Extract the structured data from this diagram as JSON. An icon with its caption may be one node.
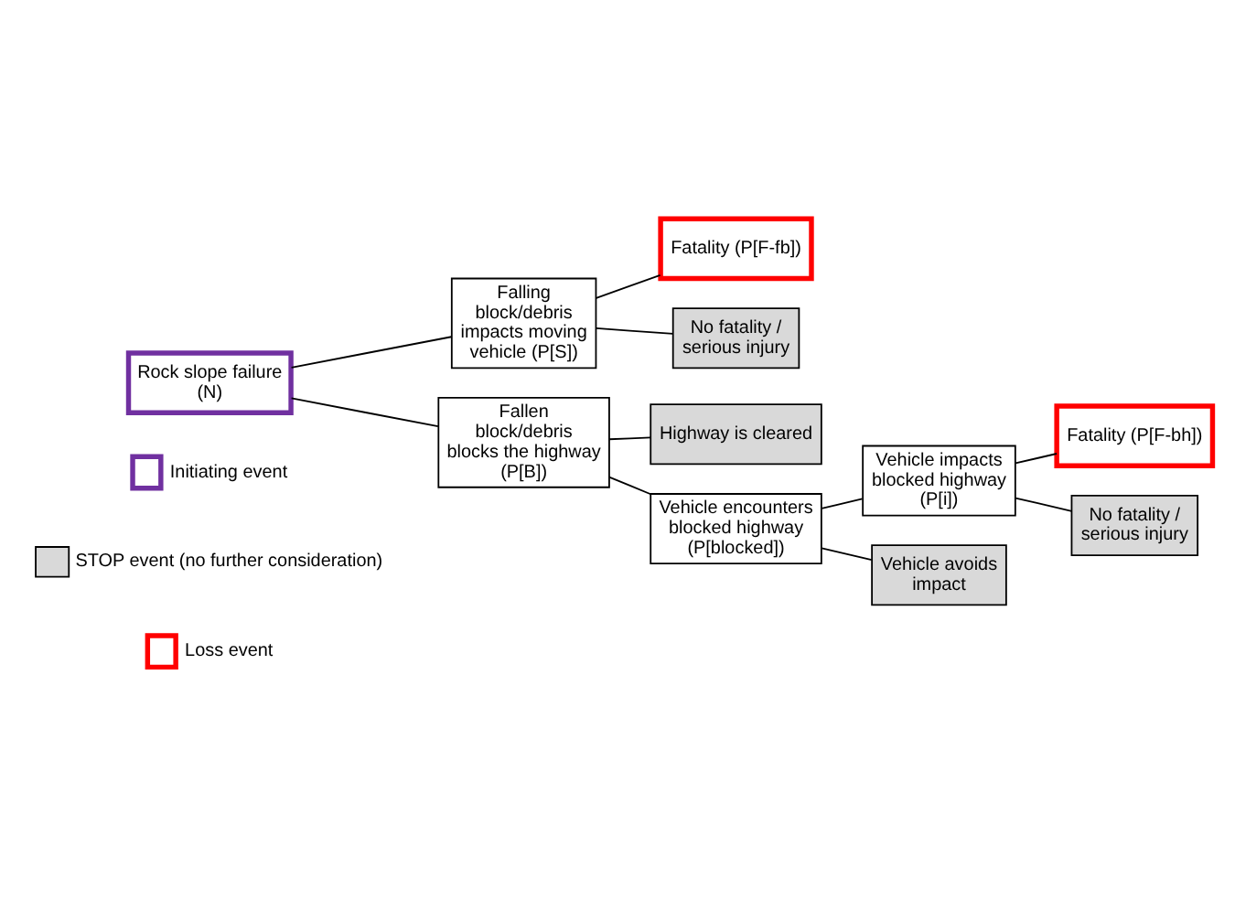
{
  "diagram": {
    "nodes": [
      {
        "text": [
          "Rock slope failure (N)"
        ]
      },
      {
        "text": [
          "Falling block/debris impacts moving vehicle (P[S])"
        ]
      },
      {
        "text": [
          "Fatality (P[F-fb])"
        ]
      },
      {
        "text": [
          "No fatality / serious injury"
        ]
      },
      {
        "text": [
          "Fallen block/debris blocks the highway (P[B])"
        ]
      },
      {
        "text": [
          "Highway is cleared"
        ]
      },
      {
        "text": [
          "Vehicle encounters blocked highway (P[blocked])"
        ]
      },
      {
        "text": [
          "Vehicle impacts blocked highway (P[i])"
        ]
      },
      {
        "text": [
          "Fatality (P[F-bh])"
        ]
      },
      {
        "text": [
          "No fatality / serious injury"
        ]
      },
      {
        "text": [
          "Vehicle avoids impact"
        ]
      }
    ],
    "edges": [
      {
        "from": 0,
        "to": 1,
        "arrow": "none"
      },
      {
        "from": 0,
        "to": 4,
        "arrow": "none"
      },
      {
        "from": 1,
        "to": 2,
        "arrow": "none"
      },
      {
        "from": 1,
        "to": 3,
        "arrow": "none"
      },
      {
        "from": 4,
        "to": 5,
        "arrow": "none"
      },
      {
        "from": 4,
        "to": 6,
        "arrow": "none"
      },
      {
        "from": 6,
        "to": 7,
        "arrow": "none"
      },
      {
        "from": 6,
        "to": 10,
        "arrow": "none"
      },
      {
        "from": 7,
        "to": 8,
        "arrow": "none"
      },
      {
        "from": 7,
        "to": 9,
        "arrow": "none"
      }
    ],
    "legend": [
      {
        "text": "Initiating event",
        "color": "#7030a0"
      },
      {
        "text": "STOP event (no further consideration)",
        "color": "#d9d9d9"
      },
      {
        "text": "Loss event",
        "color": "#ff0000"
      }
    ]
  }
}
